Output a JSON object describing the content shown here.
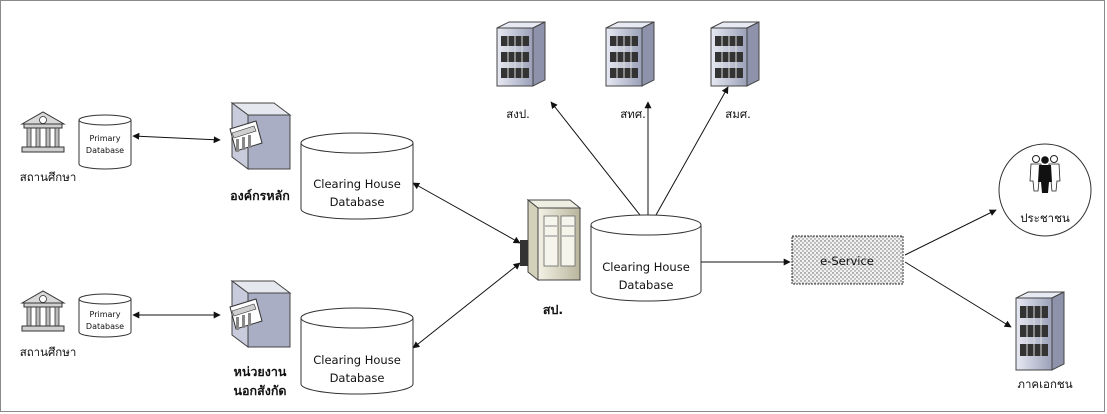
{
  "nodes": {
    "school_top": "สถานศึกษา",
    "school_bottom": "สถานศึกษา",
    "primary_db": [
      "Primary",
      "Database"
    ],
    "main_org": "องค์กรหลัก",
    "external_agency": [
      "หน่วยงาน",
      "นอกสังกัด"
    ],
    "clearing_db": [
      "Clearing House",
      "Database"
    ],
    "central": "สป.",
    "office_1": "สงป.",
    "office_2": "สทศ.",
    "office_3": "สมศ.",
    "eservice": "e-Service",
    "citizens": "ประชาชน",
    "private_sector": "ภาคเอกชน"
  }
}
